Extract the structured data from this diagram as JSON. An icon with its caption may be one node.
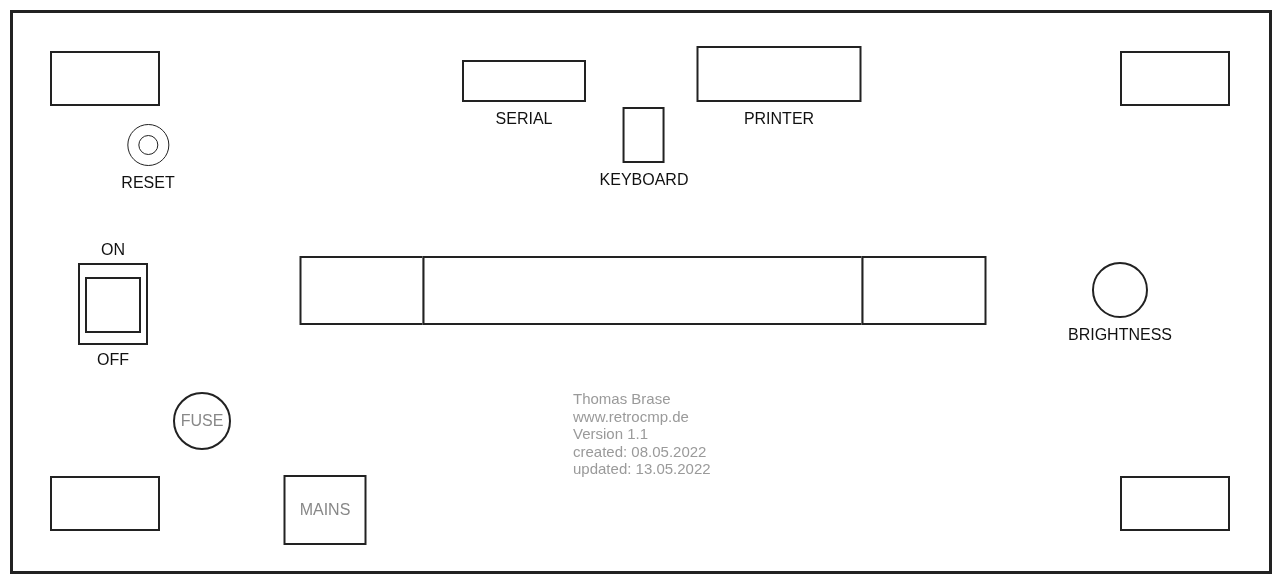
{
  "diagram": {
    "nodes": [
      {
        "text": [],
        "shape": "box"
      },
      {
        "text": [
          "SERIAL"
        ]
      },
      {
        "text": [
          "PRINTER"
        ]
      },
      {
        "text": [],
        "shape": "box"
      },
      {
        "text": [
          "RESET"
        ]
      },
      {
        "text": [
          "KEYBOARD"
        ]
      },
      {
        "text": [
          "ON",
          "OFF"
        ]
      },
      {
        "text": [],
        "shape": "box"
      },
      {
        "text": [],
        "shape": "box"
      },
      {
        "text": [],
        "shape": "box"
      },
      {
        "text": [
          "BRIGHTNESS"
        ]
      },
      {
        "text": [
          "FUSE"
        ]
      },
      {
        "text": [],
        "shape": "box"
      },
      {
        "text": [
          "MAINS"
        ]
      },
      {
        "text": [],
        "shape": "box"
      }
    ],
    "edges": [],
    "labels": [
      "Thomas Brase",
      "www.retrocmp.de",
      "Version 1.1",
      "created: 08.05.2022",
      "updated: 13.05.2022"
    ]
  }
}
